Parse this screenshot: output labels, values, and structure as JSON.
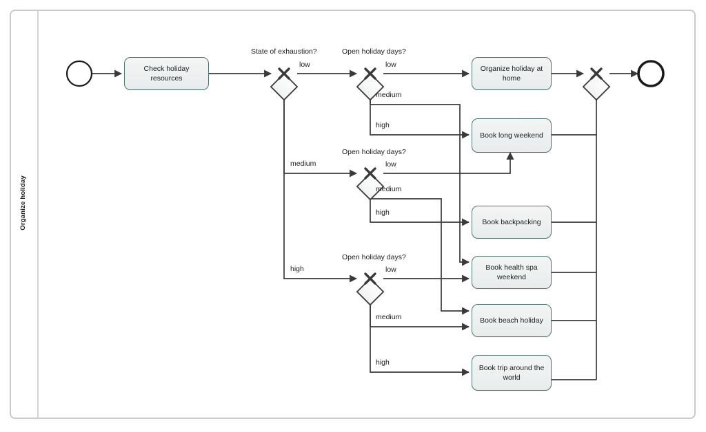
{
  "pool": {
    "lane_label": "Organize holiday"
  },
  "events": {
    "start": {
      "name": "start-event"
    },
    "end": {
      "name": "end-event"
    }
  },
  "tasks": [
    {
      "id": "check",
      "label": "Check holiday resources"
    },
    {
      "id": "home",
      "label": "Organize holiday at home"
    },
    {
      "id": "longweekend",
      "label": "Book long weekend"
    },
    {
      "id": "backpacking",
      "label": "Book backpacking"
    },
    {
      "id": "healthspa",
      "label": "Book health spa weekend"
    },
    {
      "id": "beach",
      "label": "Book beach holiday"
    },
    {
      "id": "worldtrip",
      "label": "Book trip around the world"
    }
  ],
  "gateways": [
    {
      "id": "gw-exhaustion",
      "label": "State of exhaustion?"
    },
    {
      "id": "gw-days-low",
      "label": "Open holiday days?"
    },
    {
      "id": "gw-days-medium",
      "label": "Open holiday days?"
    },
    {
      "id": "gw-days-high",
      "label": "Open holiday days?"
    },
    {
      "id": "gw-merge",
      "label": ""
    }
  ],
  "flow_labels": {
    "exhaustion_low": "low",
    "exhaustion_medium": "medium",
    "exhaustion_high": "high",
    "days1_low": "low",
    "days1_medium": "medium",
    "days1_high": "high",
    "days2_low": "low",
    "days2_medium": "medium",
    "days2_high": "high",
    "days3_low": "low",
    "days3_medium": "medium",
    "days3_high": "high"
  },
  "colors": {
    "task_border": "#4f7672",
    "task_fill": "#eef1f1",
    "line": "#3a3a3a",
    "pool_border": "#c9c9c9",
    "background": "#ffffff"
  }
}
